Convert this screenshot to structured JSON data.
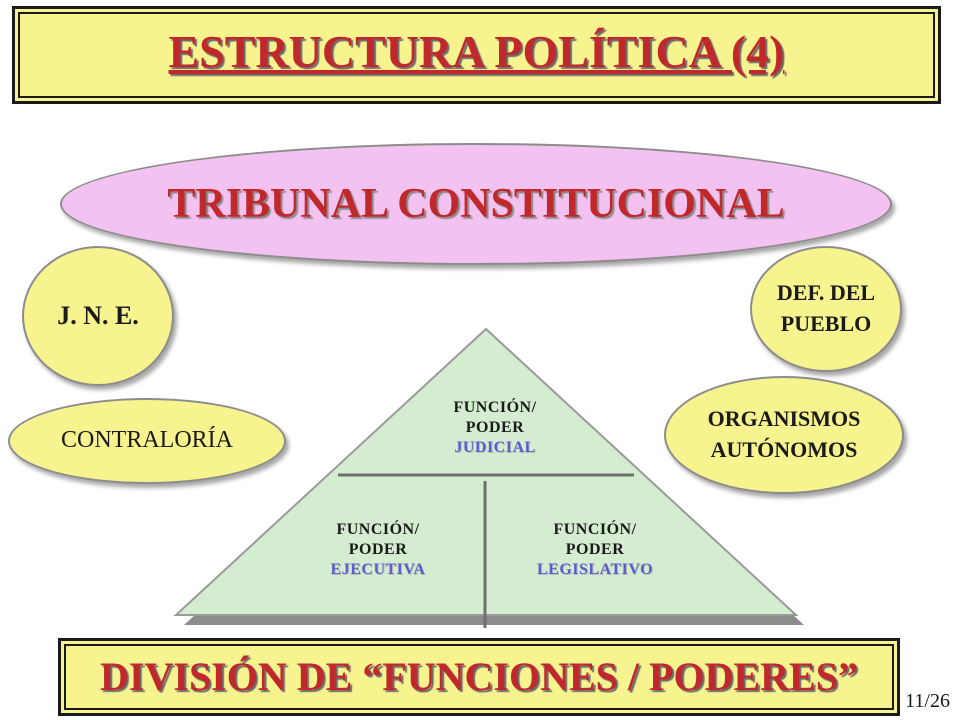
{
  "title": "ESTRUCTURA POLÍTICA (4)",
  "tribunal": "TRIBUNAL CONSTITUCIONAL",
  "left_items": {
    "jne": "J. N. E.",
    "contraloria": "CONTRALORÍA"
  },
  "right_items": {
    "defensoria": "DEF. DEL PUEBLO",
    "organismos": "ORGANISMOS AUTÓNOMOS"
  },
  "pyramid": {
    "judicial": {
      "line1": "FUNCIÓN/",
      "line2": "PODER",
      "line3": "JUDICIAL"
    },
    "ejecutiva": {
      "line1": "FUNCIÓN/",
      "line2": "PODER",
      "line3": "EJECUTIVA"
    },
    "legislativo": {
      "line1": "FUNCIÓN/",
      "line2": "PODER",
      "line3": "LEGISLATIVO"
    }
  },
  "footer": "DIVISIÓN DE “FUNCIONES / PODERES”",
  "page_number": "11/26",
  "colors": {
    "title_red": "#c0282c",
    "yellow_fill": "#f7f38e",
    "pink_fill": "#f3c2f0",
    "green_fill": "#d4ecd0"
  }
}
